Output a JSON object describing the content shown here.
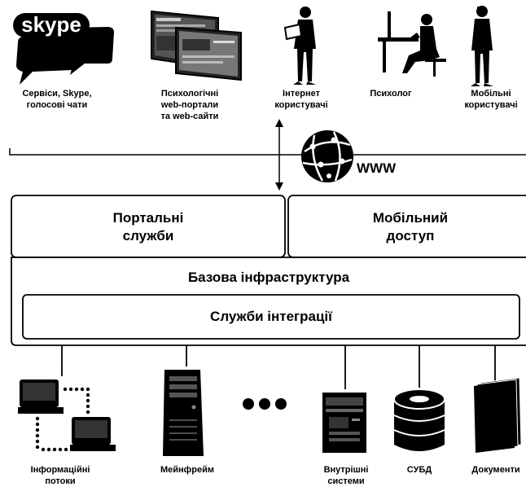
{
  "top_sources": [
    {
      "id": "skype",
      "icon": "skype-icon",
      "label": "Сервіси, Skype,\nголосові чати"
    },
    {
      "id": "portals",
      "icon": "web-portal-icon",
      "label": "Психологічні\nweb-портали\nта web-сайти"
    },
    {
      "id": "internet_users",
      "icon": "laptop-user-icon",
      "label": "Інтернет\nкористувачі"
    },
    {
      "id": "psychologist",
      "icon": "desk-person-icon",
      "label": "Психолог"
    },
    {
      "id": "mobile_users",
      "icon": "phone-user-icon",
      "label": "Мобільні\nкористувачі"
    }
  ],
  "skype_logo_text": "skype",
  "www_label": "WWW",
  "boxes": {
    "portal": "Портальні\nслужби",
    "mobile": "Мобільний\nдоступ",
    "base": "Базова інфраструктура",
    "integration": "Служби інтеграції"
  },
  "bottom_sources": [
    {
      "id": "info_flows",
      "icon": "network-computers-icon",
      "label": "Інформаційні\nпотоки"
    },
    {
      "id": "mainframe",
      "icon": "server-tower-icon",
      "label": "Мейнфрейм"
    },
    {
      "id": "internal",
      "icon": "internal-server-icon",
      "label": "Внутрішні\nсистеми"
    },
    {
      "id": "dbms",
      "icon": "database-icon",
      "label": "СУБД"
    },
    {
      "id": "documents",
      "icon": "documents-icon",
      "label": "Документи"
    }
  ]
}
